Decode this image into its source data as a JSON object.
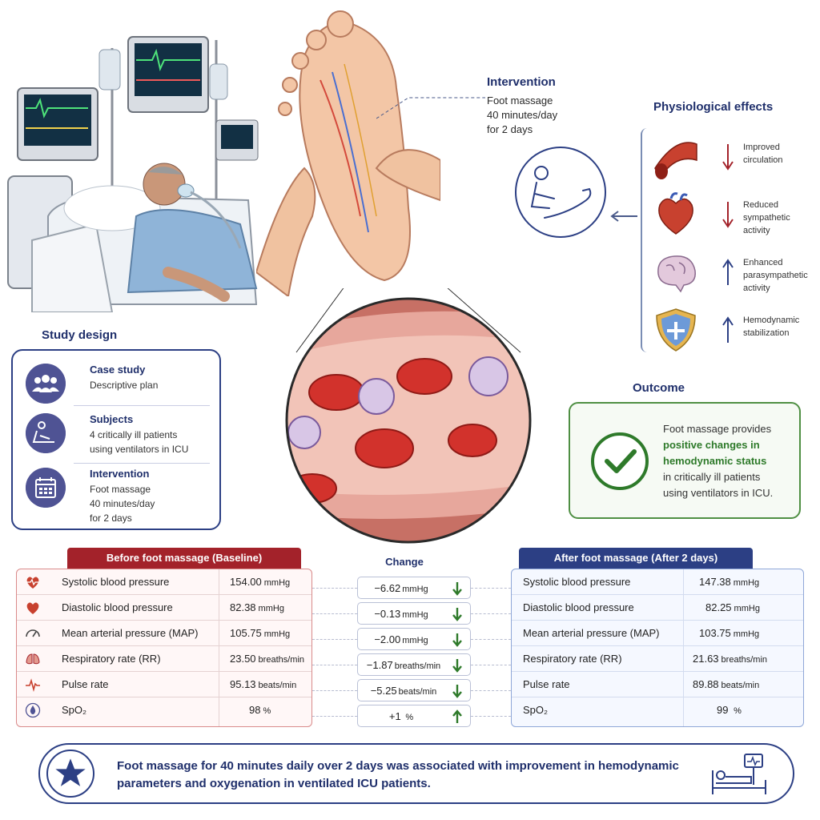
{
  "intervention": {
    "title": "Intervention",
    "lines": [
      "Foot massage",
      "40 minutes/day",
      "for 2 days"
    ]
  },
  "physiological": {
    "title": "Physiological effects",
    "effects": [
      {
        "lines": [
          "Improved",
          "circulation"
        ],
        "direction": "down",
        "icon": "blood-vessel-icon"
      },
      {
        "lines": [
          "Reduced",
          "sympathetic",
          "activity"
        ],
        "direction": "down",
        "icon": "heart-icon"
      },
      {
        "lines": [
          "Enhanced",
          "parasympathetic",
          "activity"
        ],
        "direction": "up",
        "icon": "brain-icon"
      },
      {
        "lines": [
          "Hemodynamic",
          "stabilization"
        ],
        "direction": "up",
        "icon": "shield-icon"
      }
    ]
  },
  "study": {
    "title": "Study design",
    "rows": [
      {
        "heading": "Case study",
        "lines": [
          "Descriptive plan"
        ],
        "icon": "group-icon"
      },
      {
        "heading": "Subjects",
        "lines": [
          "4 critically ill patients",
          "using ventilators in ICU"
        ],
        "icon": "patient-icon"
      },
      {
        "heading": "Intervention",
        "lines": [
          "Foot massage",
          "40 minutes/day",
          "for 2 days"
        ],
        "icon": "calendar-icon"
      }
    ]
  },
  "outcome": {
    "title": "Outcome",
    "line1": "Foot massage provides",
    "highlight1": "positive changes in",
    "highlight2": "hemodynamic status",
    "line2": "in critically ill patients",
    "line3": "using ventilators in ICU."
  },
  "table": {
    "before_title": "Before foot massage (Baseline)",
    "change_title": "Change",
    "after_title": "After foot massage (After 2 days)",
    "rows": [
      {
        "label": "Systolic blood pressure",
        "before": "154.00",
        "after": "147.38",
        "change": "−6.62",
        "unit": "mmHg",
        "direction": "down",
        "icon": "heart-pulse-icon"
      },
      {
        "label": "Diastolic blood pressure",
        "before": "82.38",
        "after": "82.25",
        "change": "−0.13",
        "unit": "mmHg",
        "direction": "down",
        "icon": "heart-icon"
      },
      {
        "label": "Mean arterial pressure (MAP)",
        "before": "105.75",
        "after": "103.75",
        "change": "−2.00",
        "unit": "mmHg",
        "direction": "down",
        "icon": "gauge-icon"
      },
      {
        "label": "Respiratory rate (RR)",
        "before": "23.50",
        "after": "21.63",
        "change": "−1.87",
        "unit": "breaths/min",
        "direction": "down",
        "icon": "lungs-icon"
      },
      {
        "label": "Pulse rate",
        "before": "95.13",
        "after": "89.88",
        "change": "−5.25",
        "unit": "beats/min",
        "direction": "down",
        "icon": "ecg-icon"
      },
      {
        "label": "SpO₂",
        "before": "98",
        "after": "99",
        "change": "+1",
        "unit": "%",
        "direction": "up",
        "icon": "drop-icon"
      }
    ]
  },
  "summary": {
    "line1": "Foot massage for 40 minutes daily over 2 days was associated with improvement in hemodynamic",
    "line2": "parameters and oxygenation in ventilated ICU patients."
  },
  "colors": {
    "navy": "#1f2f6b",
    "red": "#a3222a",
    "green": "#2e7a2a"
  }
}
